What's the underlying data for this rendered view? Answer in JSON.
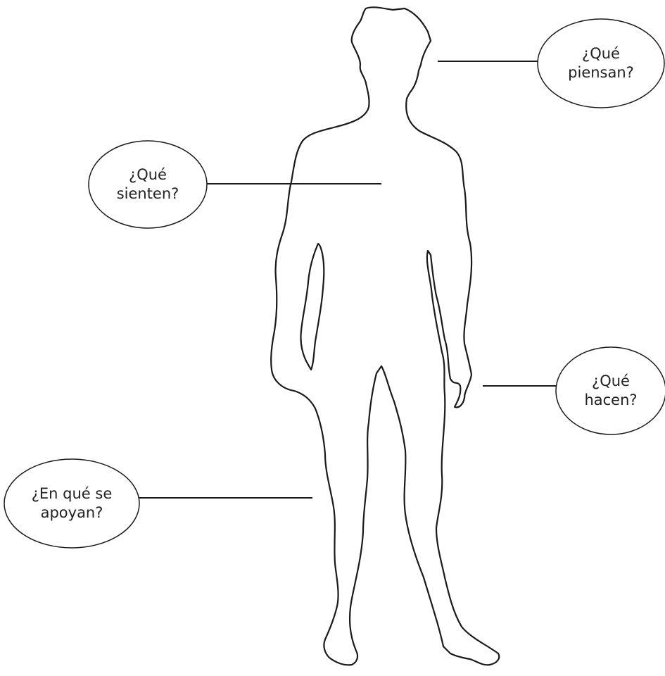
{
  "callouts": {
    "think": {
      "line1": "¿Qué",
      "line2": "piensan?"
    },
    "feel": {
      "line1": "¿Qué",
      "line2": "sienten?"
    },
    "do": {
      "line1": "¿Qué",
      "line2": "hacen?"
    },
    "support": {
      "line1": "¿En qué se",
      "line2": "apoyan?"
    }
  },
  "colors": {
    "outline": "#1a1a1a",
    "background": "#ffffff"
  }
}
